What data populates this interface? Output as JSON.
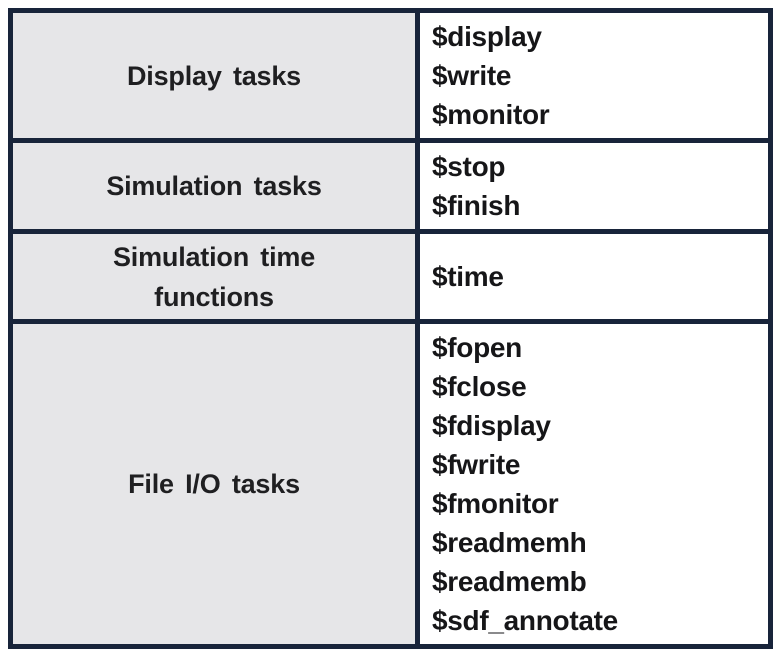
{
  "table": {
    "rows": [
      {
        "category": "Display tasks",
        "items": [
          "$display",
          "$write",
          "$monitor"
        ]
      },
      {
        "category": "Simulation tasks",
        "items": [
          "$stop",
          "$finish"
        ]
      },
      {
        "category": "Simulation time\nfunctions",
        "items": [
          "$time"
        ]
      },
      {
        "category": "File I/O tasks",
        "items": [
          "$fopen",
          "$fclose",
          "$fdisplay",
          "$fwrite",
          "$fmonitor",
          "$readmemh",
          "$readmemb",
          "$sdf_annotate"
        ]
      }
    ]
  },
  "colors": {
    "border": "#18243a",
    "category_bg": "#e6e6e8",
    "category_text": "#1f1f21",
    "item_text": "#161618",
    "cell_bg": "#ffffff",
    "page_bg": "#ffffff"
  }
}
